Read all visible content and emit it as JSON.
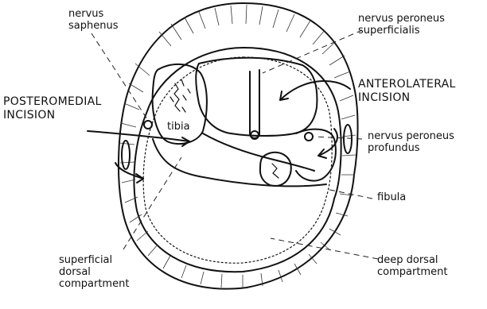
{
  "labels": {
    "nervus_saphenus": "nervus\nsaphenus",
    "nervus_peroneus_superficialis": "nervus peroneus\nsuperficialis",
    "anterolateral_incision": "ANTEROLATERAL\nINCISION",
    "posteromedial_incision": "POSTEROMEDIAL\nINCISION",
    "tibia": "tibia",
    "nervus_peroneus_profundus": "nervus peroneus\nprofundus",
    "fibula": "fibula",
    "superficial_dorsal_compartment": "superficial\ndorsal\ncompartment",
    "deep_dorsal_compartment": "deep dorsal\ncompartment"
  }
}
